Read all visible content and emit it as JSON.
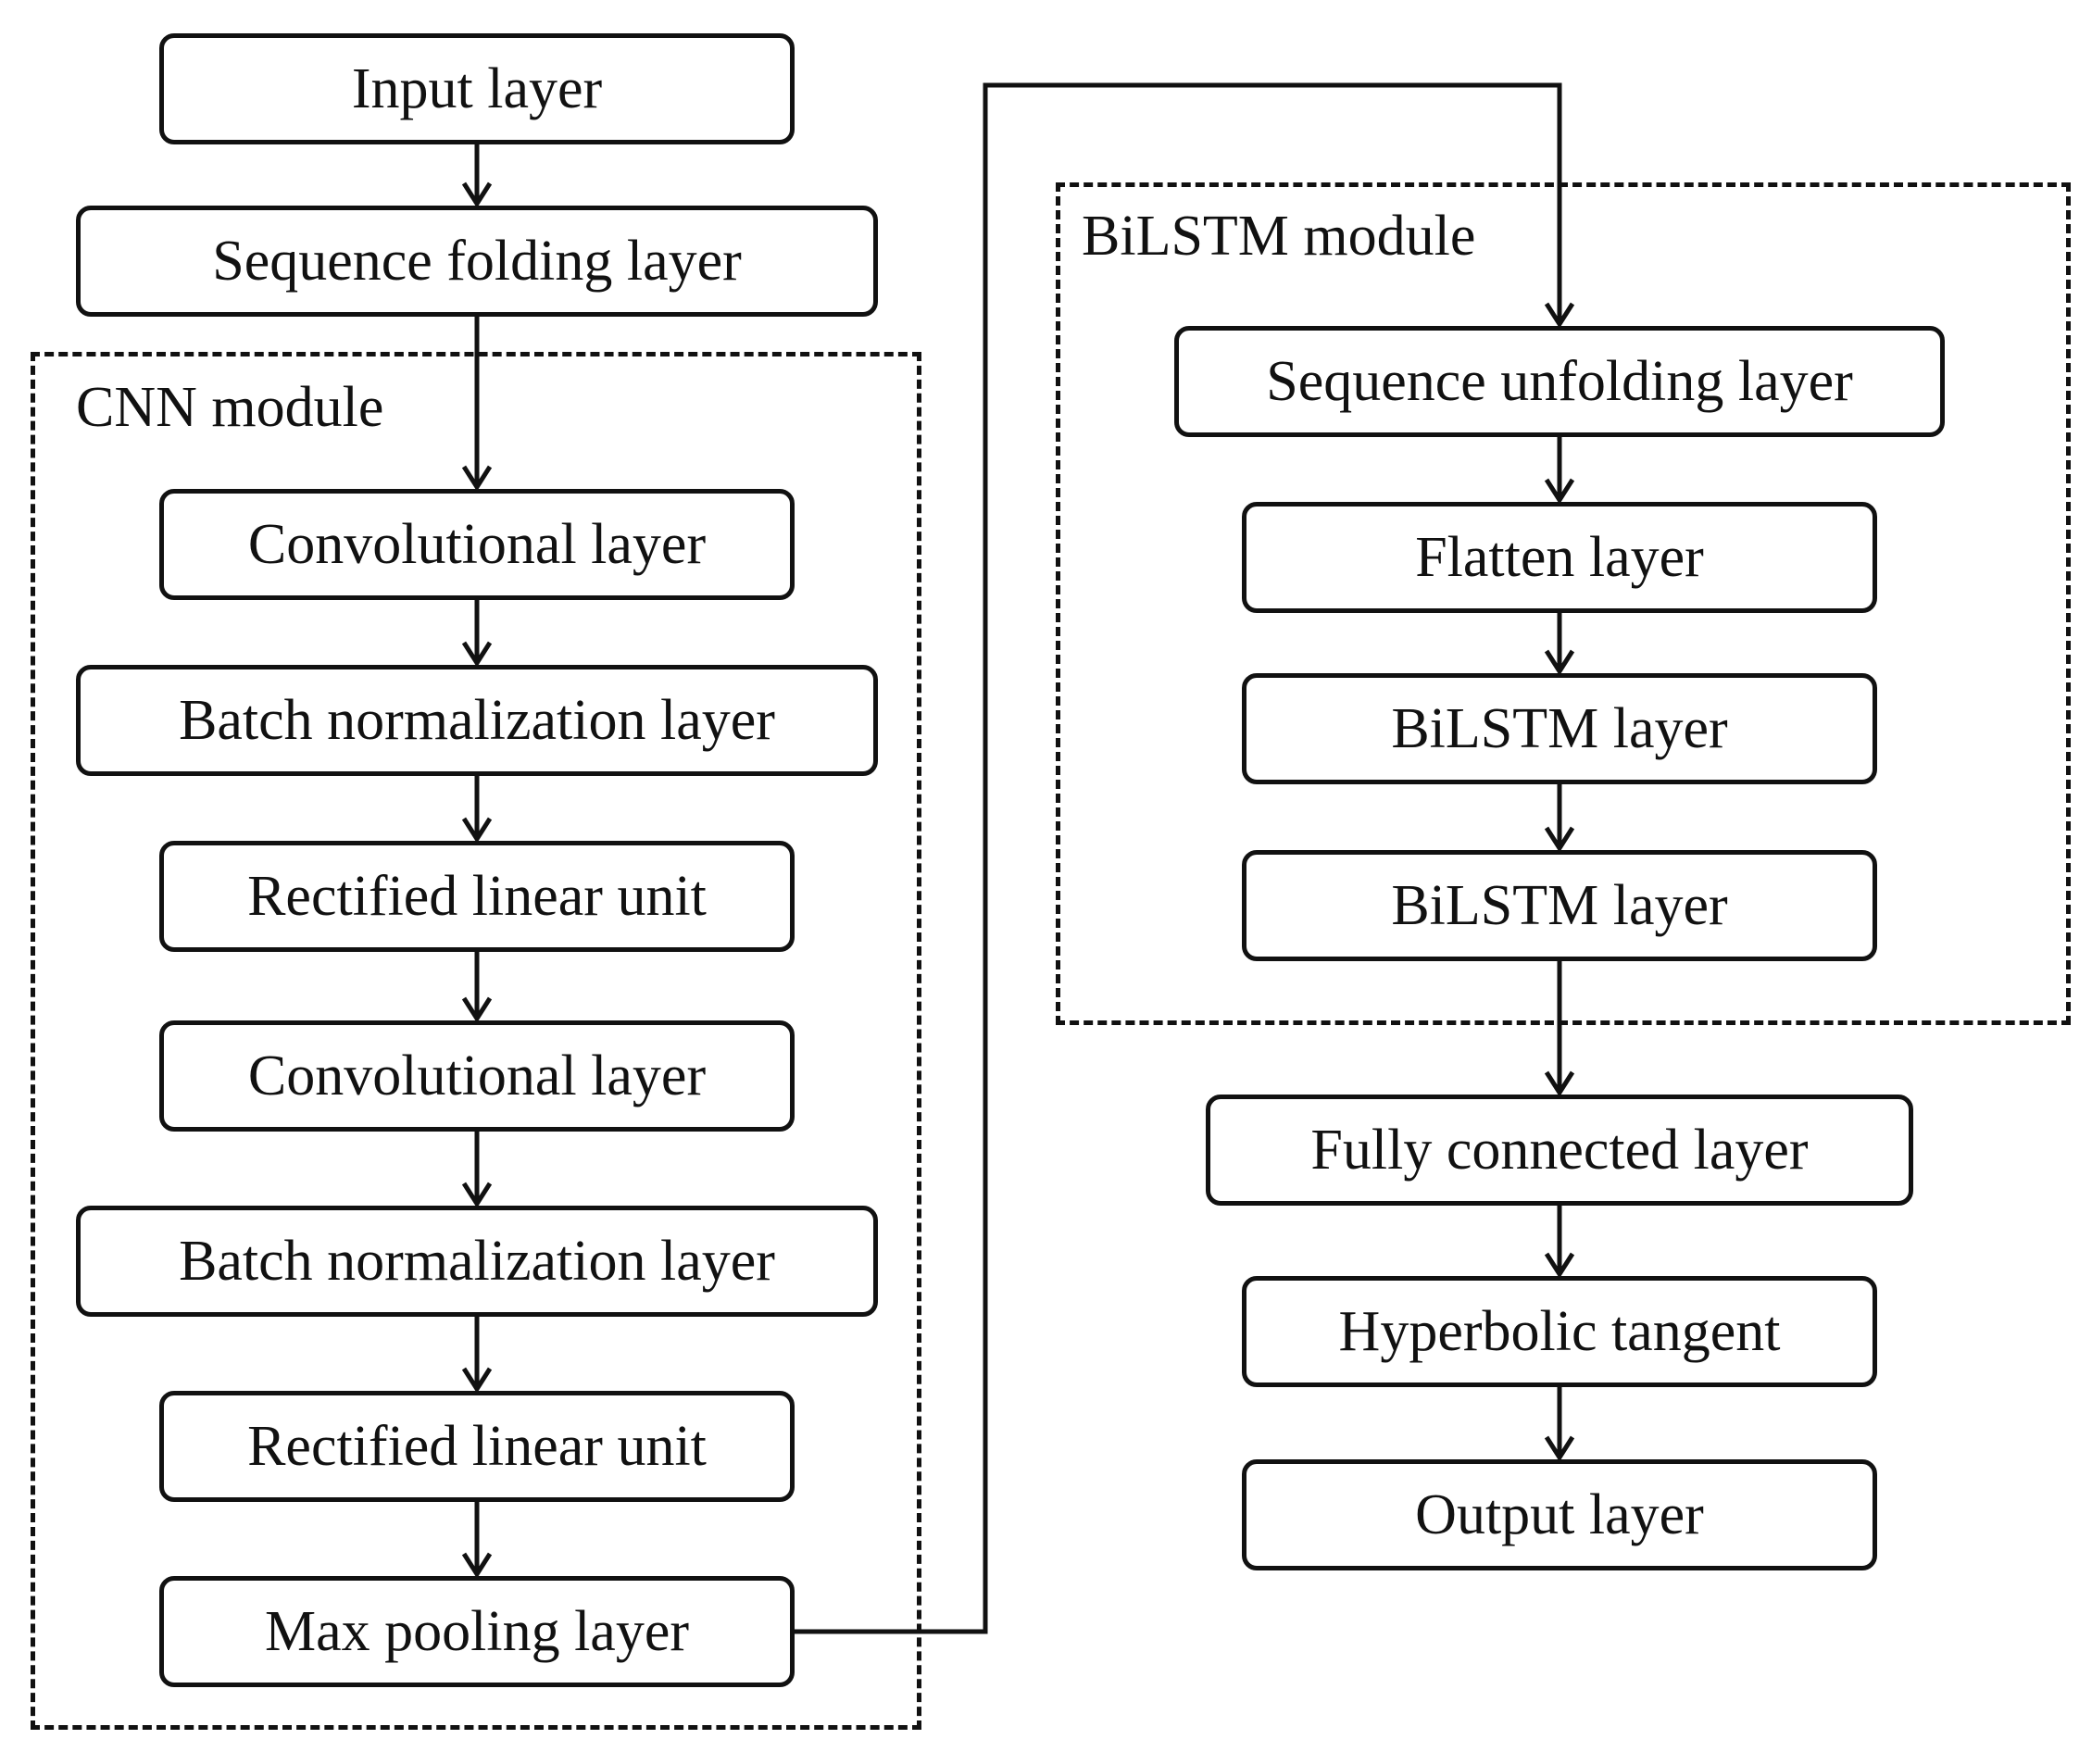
{
  "modules": {
    "cnn": {
      "label": "CNN module"
    },
    "bilstm": {
      "label": "BiLSTM module"
    }
  },
  "nodes": {
    "input": "Input layer",
    "seq_fold": "Sequence folding layer",
    "conv1": "Convolutional layer",
    "bn1": "Batch normalization layer",
    "relu1": "Rectified linear unit",
    "conv2": "Convolutional layer",
    "bn2": "Batch normalization layer",
    "relu2": "Rectified linear unit",
    "maxpool": "Max pooling layer",
    "seq_unfold": "Sequence unfolding layer",
    "flatten": "Flatten layer",
    "bilstm1": "BiLSTM layer",
    "bilstm2": "BiLSTM layer",
    "fc": "Fully connected layer",
    "tanh": "Hyperbolic tangent",
    "output": "Output layer"
  },
  "edges": [
    [
      "input",
      "seq_fold"
    ],
    [
      "seq_fold",
      "conv1"
    ],
    [
      "conv1",
      "bn1"
    ],
    [
      "bn1",
      "relu1"
    ],
    [
      "relu1",
      "conv2"
    ],
    [
      "conv2",
      "bn2"
    ],
    [
      "bn2",
      "relu2"
    ],
    [
      "relu2",
      "maxpool"
    ],
    [
      "maxpool",
      "seq_unfold"
    ],
    [
      "seq_unfold",
      "flatten"
    ],
    [
      "flatten",
      "bilstm1"
    ],
    [
      "bilstm1",
      "bilstm2"
    ],
    [
      "bilstm2",
      "fc"
    ],
    [
      "fc",
      "tanh"
    ],
    [
      "tanh",
      "output"
    ]
  ]
}
